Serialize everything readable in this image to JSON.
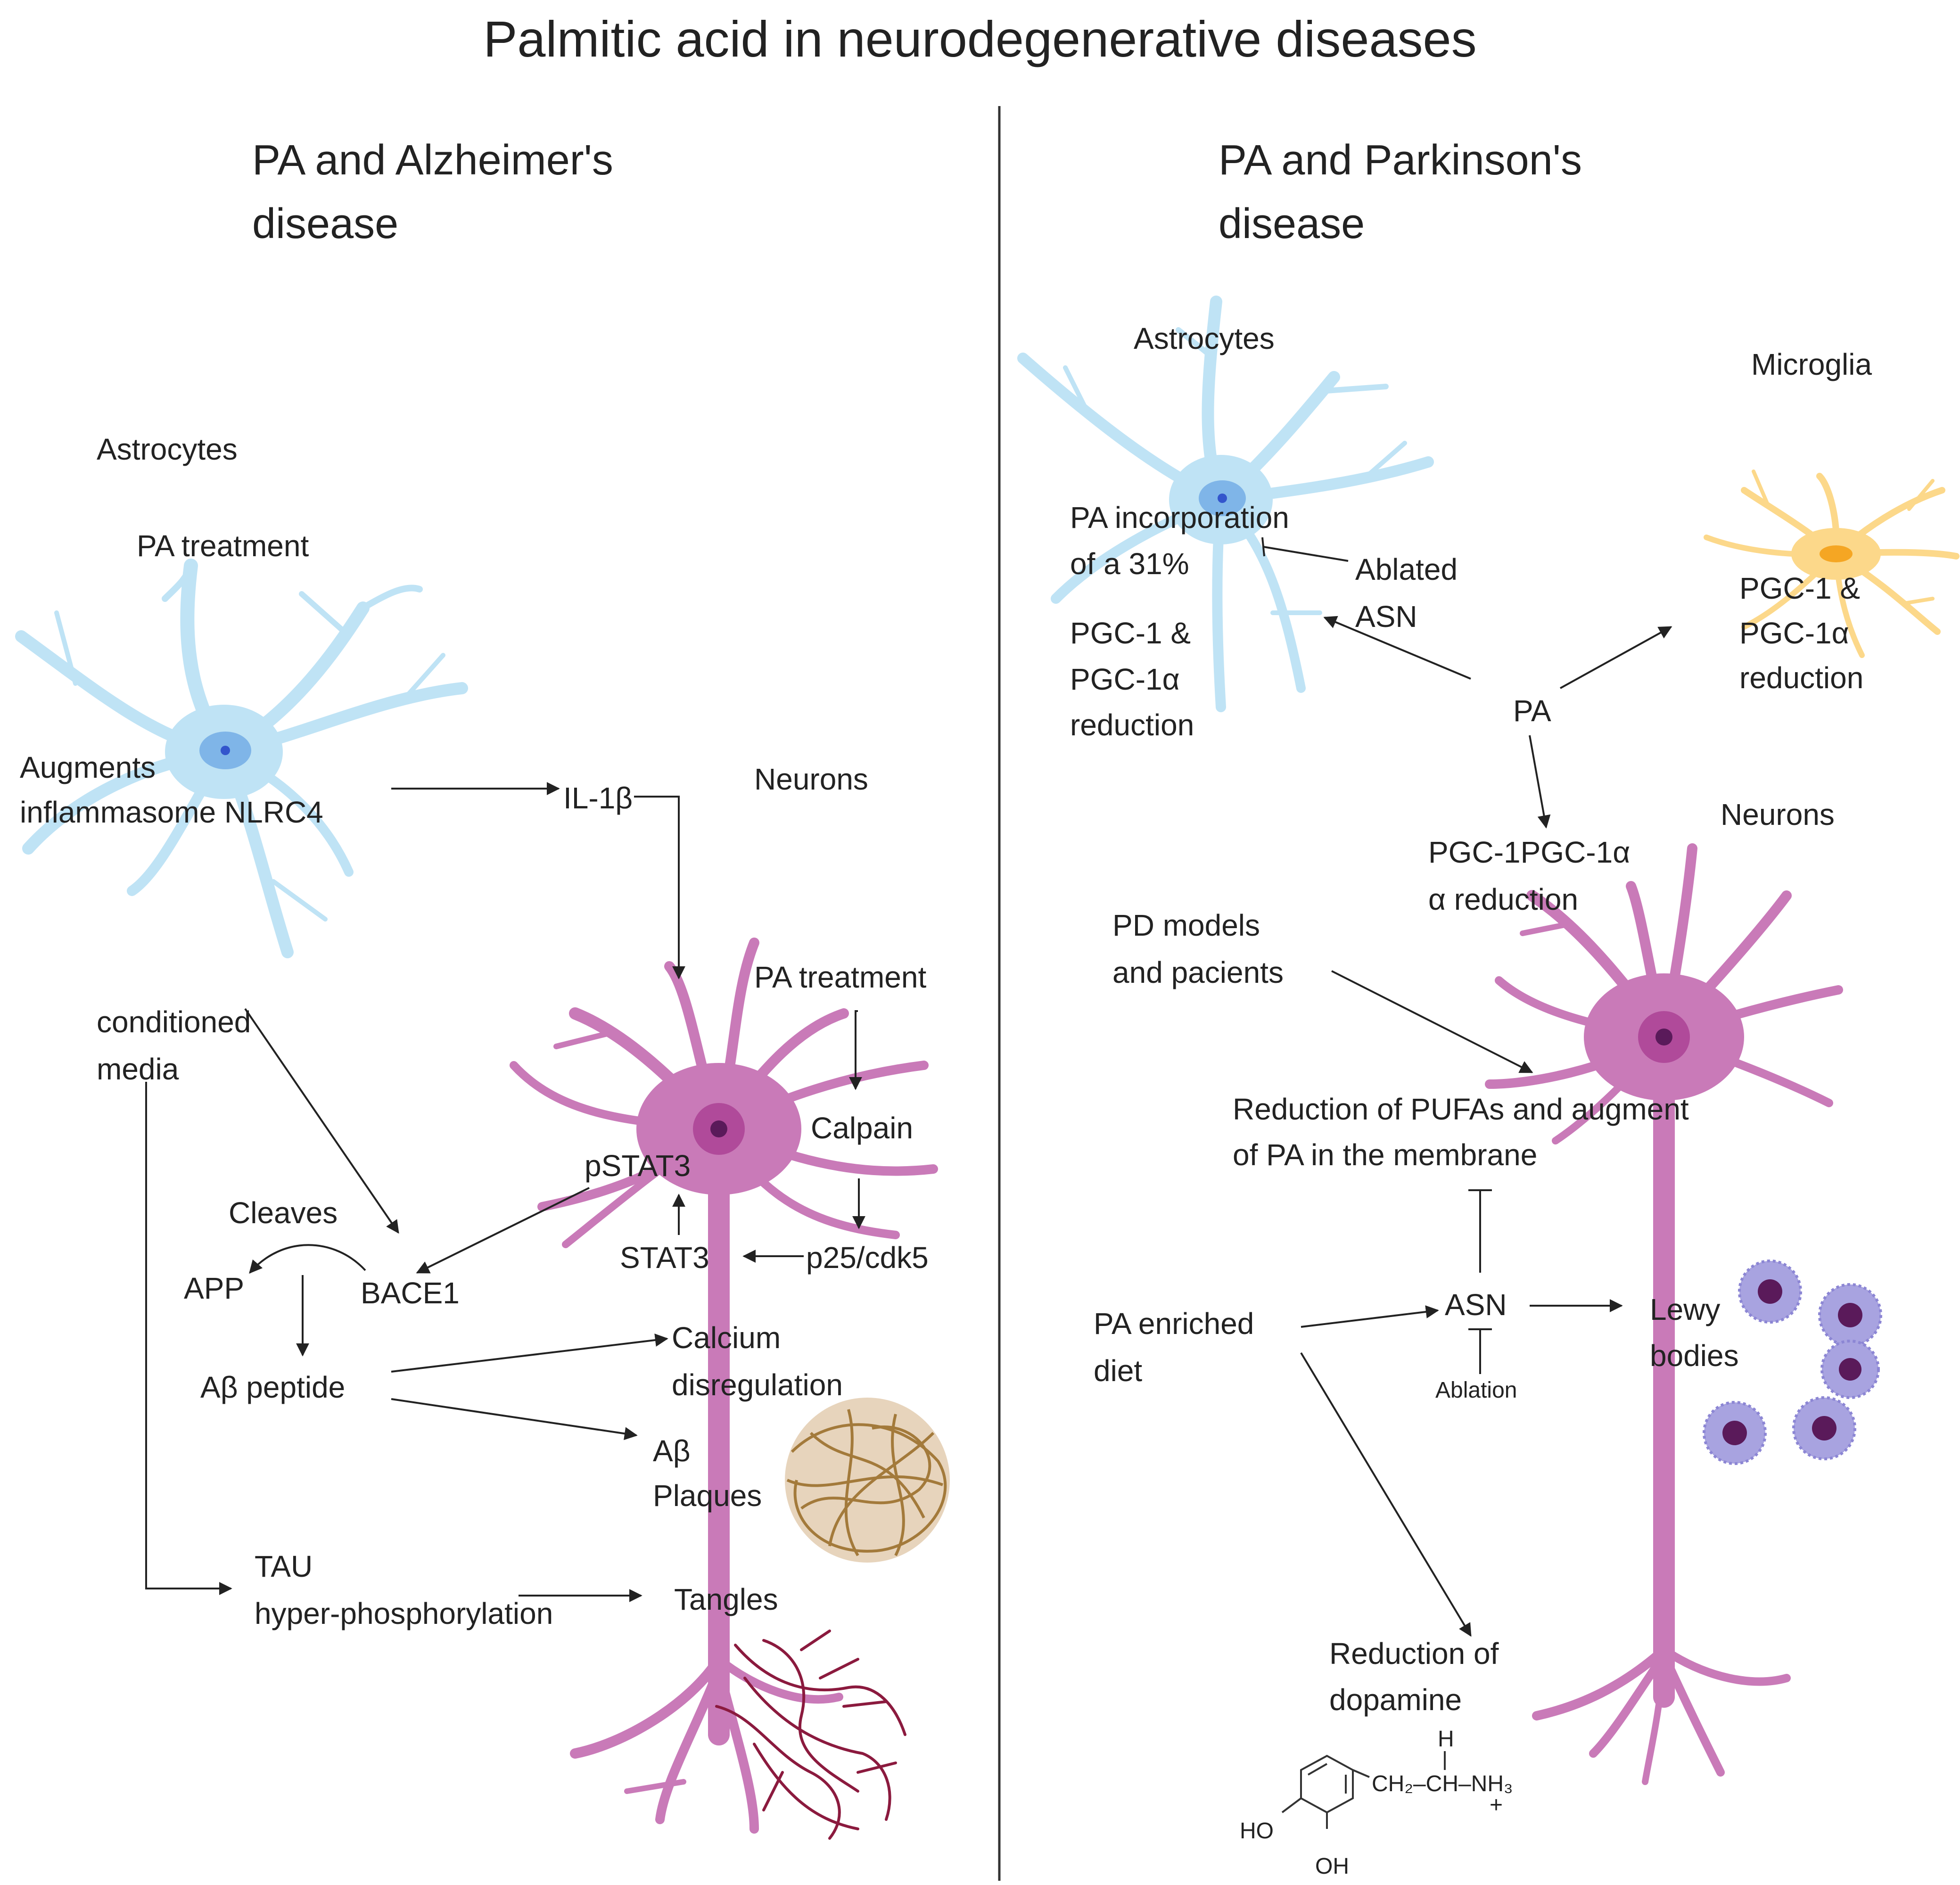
{
  "title": "Palmitic acid in neurodegenerative diseases",
  "divider_color": "#333333",
  "colors": {
    "astrocyte": "#bfe3f5",
    "astrocyte_nucleus": "#7fb5e8",
    "nucleolus": "#3355cc",
    "neuron": "#c97ab8",
    "neuron_nucleus": "#b04a9a",
    "neuron_nucleolus": "#5a1a5a",
    "microglia": "#fcd88a",
    "microglia_nucleus": "#f5a623",
    "lewy_body": "#a8a3e0",
    "lewy_core": "#5a1a5a",
    "plaque": "#a37a3b",
    "tangle": "#8b1a3e"
  },
  "alzheimers": {
    "heading_line1": "PA and Alzheimer's",
    "heading_line2": "disease",
    "astrocytes": "Astrocytes",
    "pa_treatment_astro": "PA treatment",
    "augments_line1": "Augments",
    "augments_line2": "inflammasome NLRC4",
    "il1b": "IL-1β",
    "neurons": "Neurons",
    "pa_treatment_neuron": "PA treatment",
    "calpain": "Calpain",
    "p25": "p25/cdk5",
    "stat3": "STAT3",
    "pstat3": "pSTAT3",
    "conditioned_line1": "conditioned",
    "conditioned_line2": "media",
    "cleaves": "Cleaves",
    "app": "APP",
    "bace1": "BACE1",
    "abeta_peptide": "Aβ peptide",
    "calcium_line1": "Calcium",
    "calcium_line2": "disregulation",
    "plaques_line1": "Aβ",
    "plaques_line2": "Plaques",
    "tau_line1": "TAU",
    "tau_line2": "hyper-phosphorylation",
    "tangles": "Tangles"
  },
  "parkinsons": {
    "heading_line1": "PA and Parkinson's",
    "heading_line2": "disease",
    "astrocytes": "Astrocytes",
    "microglia": "Microglia",
    "incorporation_line1": "PA incorporation",
    "incorporation_line2": "of a 31%",
    "astro_pgc_line1": "PGC-1 &",
    "astro_pgc_line2": "PGC-1α",
    "astro_pgc_line3": "reduction",
    "ablated_line1": "Ablated",
    "ablated_line2": "ASN",
    "pa": "PA",
    "micro_pgc_line1": "PGC-1 &",
    "micro_pgc_line2": "PGC-1α",
    "micro_pgc_line3": "reduction",
    "neurons": "Neurons",
    "neuron_pgc_line1": "PGC-1PGC-1α",
    "neuron_pgc_line2": "α  reduction",
    "pd_line1": "PD models",
    "pd_line2": "and pacients",
    "pufa_line1": "Reduction of PUFAs and augment",
    "pufa_line2": "of PA in the membrane",
    "diet_line1": "PA enriched",
    "diet_line2": "diet",
    "asn": "ASN",
    "ablation": "Ablation",
    "lewy_line1": "Lewy",
    "lewy_line2": "bodies",
    "dopamine_line1": "Reduction of",
    "dopamine_line2": "dopamine",
    "chem_h": "H",
    "chem_chain": "CH₂–CH–NH₃",
    "chem_plus": "+",
    "chem_ho": "HO",
    "chem_oh": "OH"
  }
}
